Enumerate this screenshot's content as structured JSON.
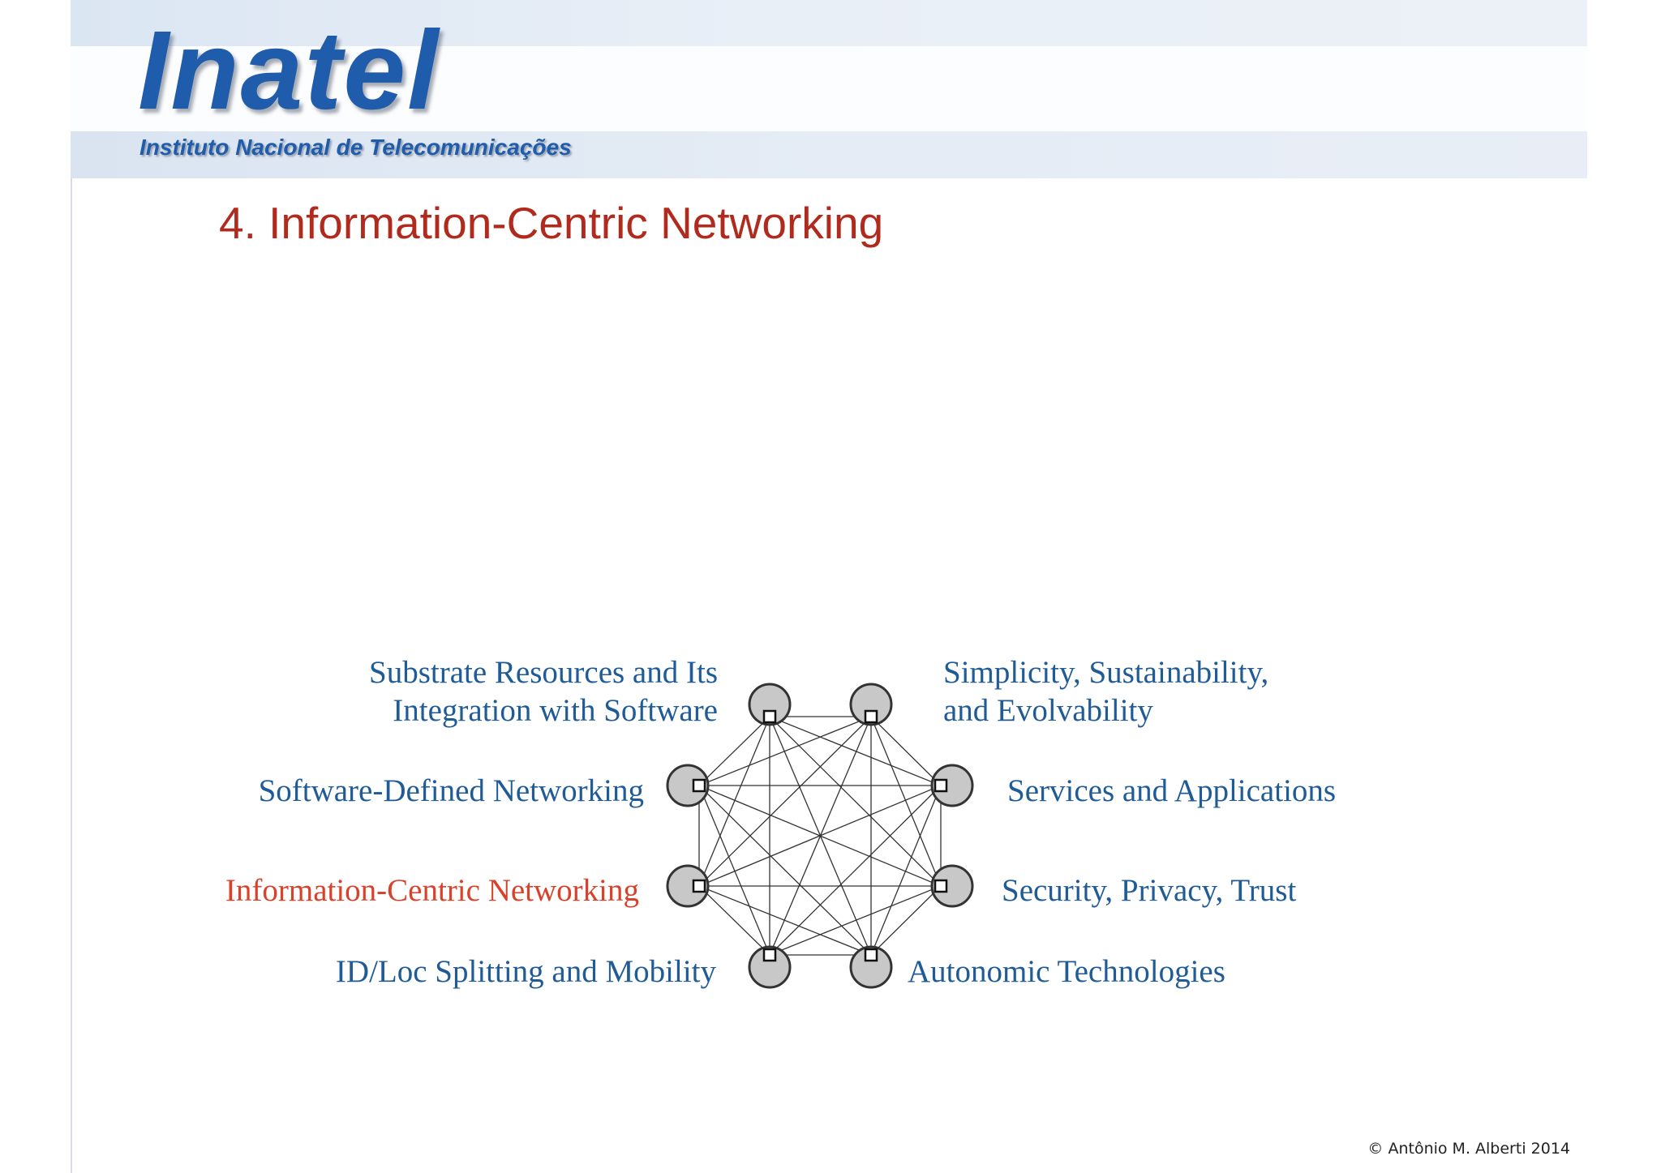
{
  "header": {
    "logo_text": "Inatel",
    "logo_subtitle": "Instituto Nacional de Telecomunicações"
  },
  "slide": {
    "title": "4. Information-Centric Networking"
  },
  "diagram": {
    "nodes": [
      {
        "id": "top-left",
        "label_lines": [
          "Substrate Resources and Its",
          "Integration with Software"
        ]
      },
      {
        "id": "top-right",
        "label_lines": [
          "Simplicity, Sustainability,",
          "and Evolvability"
        ]
      },
      {
        "id": "upper-left",
        "label_lines": [
          "Software-Defined Networking"
        ]
      },
      {
        "id": "upper-right",
        "label_lines": [
          "Services and Applications"
        ]
      },
      {
        "id": "lower-left",
        "label_lines": [
          "Information-Centric Networking"
        ],
        "highlighted": true
      },
      {
        "id": "lower-right",
        "label_lines": [
          "Security, Privacy, Trust"
        ]
      },
      {
        "id": "bottom-left",
        "label_lines": [
          "ID/Loc Splitting and Mobility"
        ]
      },
      {
        "id": "bottom-right",
        "label_lines": [
          "Autonomic Technologies"
        ]
      }
    ],
    "topology": "full-mesh",
    "colors": {
      "label": "#1f5b96",
      "highlight": "#d9412a",
      "node_fill": "#c8c8c8",
      "node_stroke": "#333333",
      "edge": "#333333"
    }
  },
  "footer": {
    "copyright": "© Antônio M. Alberti 2014"
  }
}
